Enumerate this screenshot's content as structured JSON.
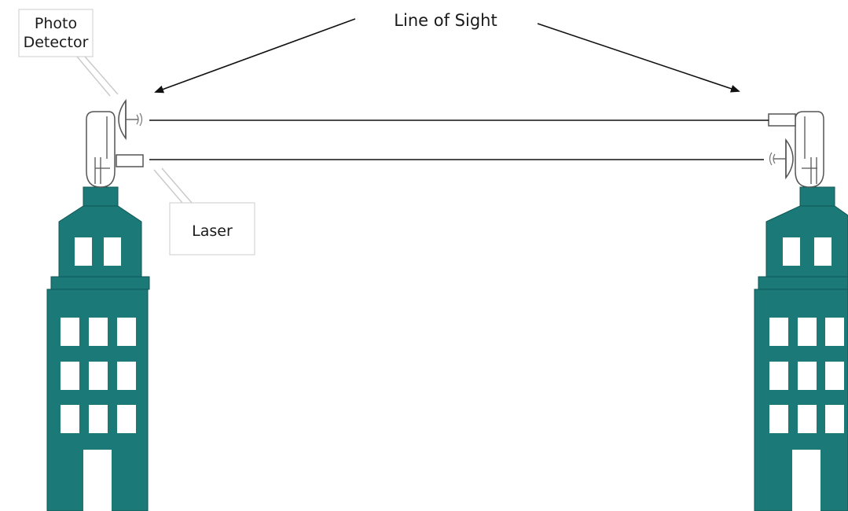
{
  "labels": {
    "line_of_sight": "Line of Sight",
    "photo_detector_line1": "Photo",
    "photo_detector_line2": "Detector",
    "laser": "Laser"
  },
  "colors": {
    "building": "#1b7a78",
    "building_outline": "#0f5654",
    "window": "#ffffff",
    "device_outline": "#555555",
    "callout_border": "#d4d4d4",
    "beam": "#111111"
  }
}
